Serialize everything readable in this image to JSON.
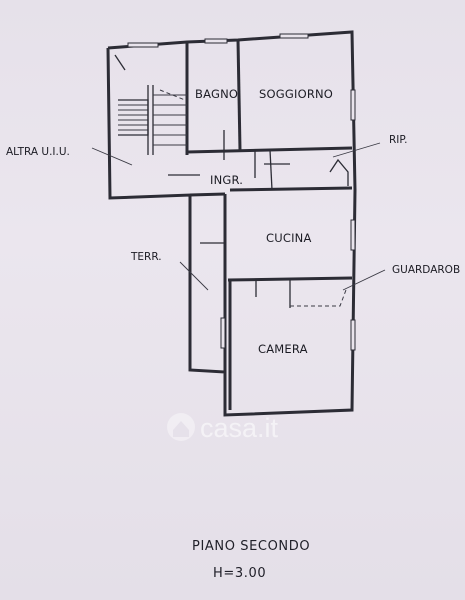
{
  "rooms": {
    "bagno": "BAGNO",
    "soggiorno": "SOGGIORNO",
    "ingr": "INGR.",
    "rip": "RIP.",
    "cucina": "CUCINA",
    "terr": "TERR.",
    "guardaroba": "GUARDAROB",
    "camera": "CAMERA",
    "altra": "ALTRA U.I.U."
  },
  "footer": {
    "floor": "PIANO SECONDO",
    "height": "H=3.00"
  },
  "watermark": {
    "text": "casa.it"
  }
}
